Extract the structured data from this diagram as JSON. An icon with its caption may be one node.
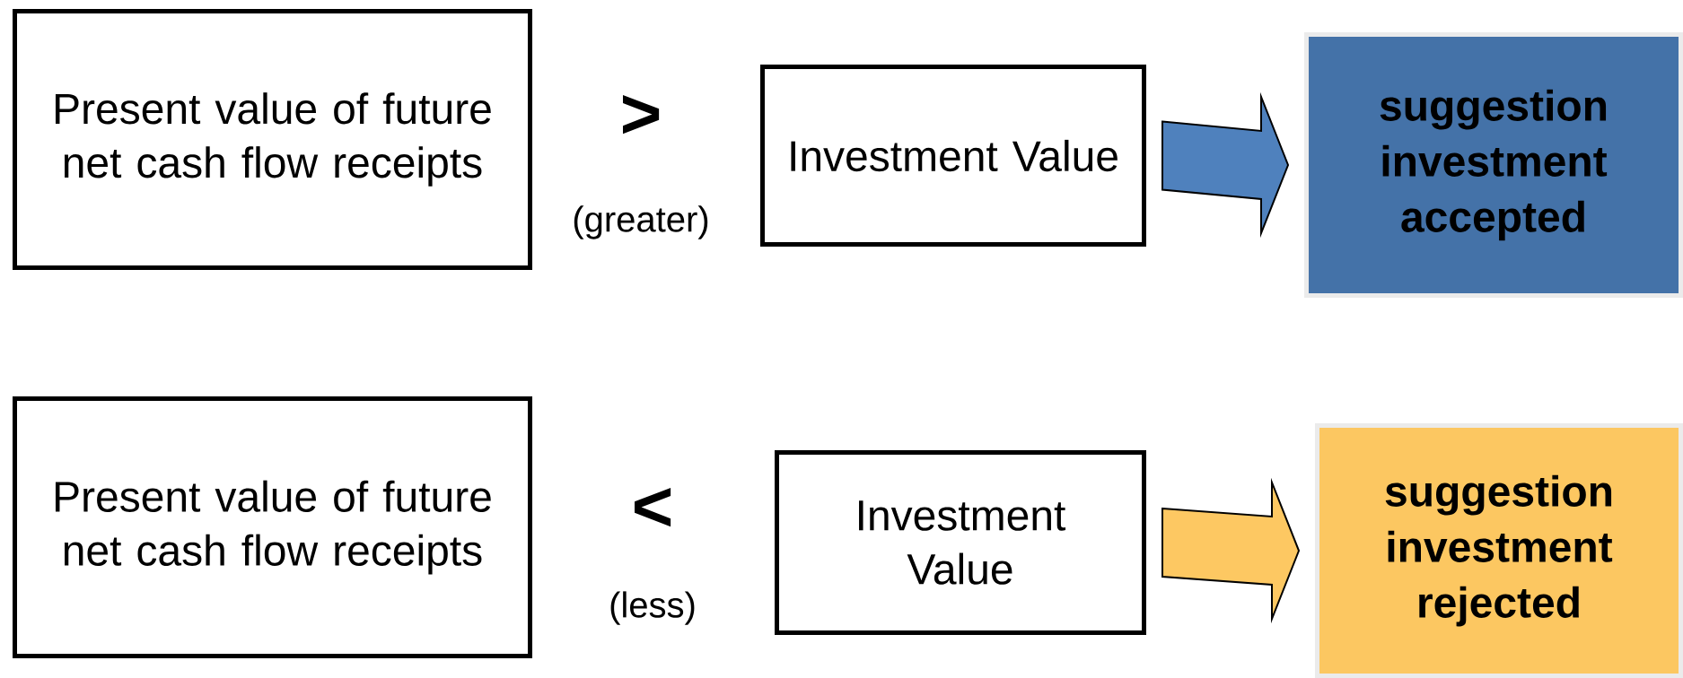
{
  "diagram": {
    "nodes": [
      {
        "text": [
          "Present value of future net cash flow receipts"
        ]
      },
      {
        "text": [
          "Investment Value"
        ]
      },
      {
        "text": [
          "suggestion investment accepted"
        ]
      },
      {
        "text": [
          "Present value of future net cash flow receipts"
        ]
      },
      {
        "text": [
          "Investment Value"
        ]
      },
      {
        "text": [
          "suggestion investment rejected"
        ]
      }
    ],
    "edges": [
      {
        "from": 1,
        "to": 2,
        "arrow": "to",
        "style": "thick",
        "color": "#4f81bd"
      },
      {
        "from": 4,
        "to": 5,
        "arrow": "to",
        "style": "thick",
        "color": "#fdc862"
      }
    ],
    "labels": [
      ">",
      "(greater)",
      "<",
      "(less)"
    ]
  }
}
